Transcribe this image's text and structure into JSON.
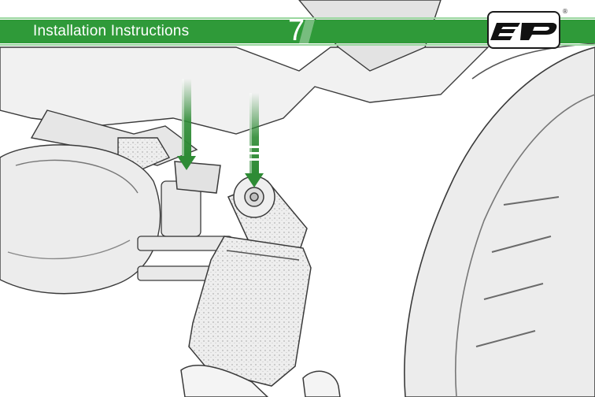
{
  "header": {
    "title": "Installation Instructions",
    "step_number": "7",
    "brand_logo_text": "EP",
    "registered_mark": "®"
  },
  "colors": {
    "banner_green": "#2f9a39",
    "banner_stripe_light": "#9ad79f",
    "arrow_green": "#2e8b35",
    "sketch_stroke": "#3a3a3a",
    "logo_ink": "#111111"
  },
  "icons": {
    "logo": "ep-brand-logo-icon",
    "arrows": "arrow-down-icon"
  }
}
